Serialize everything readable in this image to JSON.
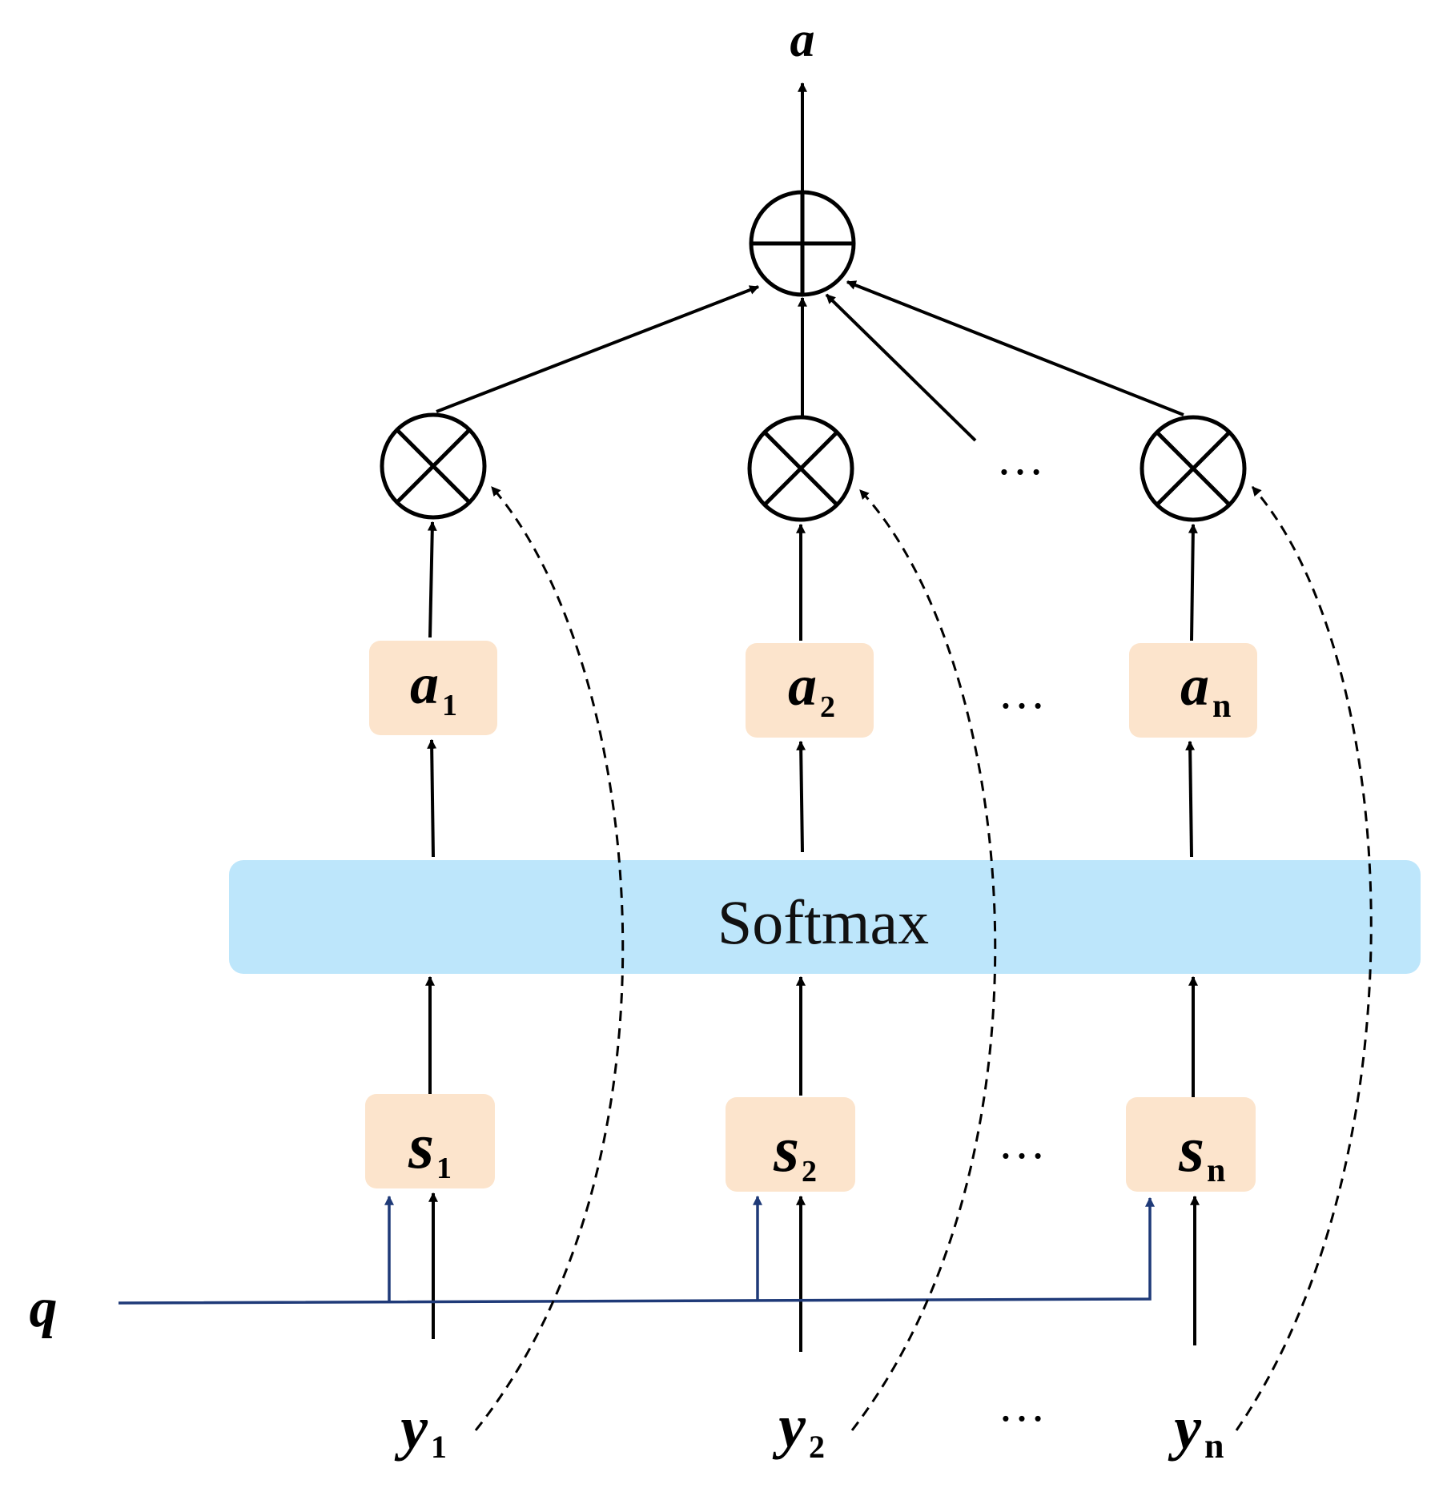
{
  "output": {
    "label": "a"
  },
  "query": {
    "label": "q"
  },
  "softmax": {
    "label": "Softmax"
  },
  "ellipsis": "…",
  "columns": [
    {
      "weight": "a",
      "weight_sub": "1",
      "score": "s",
      "score_sub": "1",
      "input": "y",
      "input_sub": "1"
    },
    {
      "weight": "a",
      "weight_sub": "2",
      "score": "s",
      "score_sub": "2",
      "input": "y",
      "input_sub": "2"
    },
    {
      "weight": "a",
      "weight_sub": "n",
      "score": "s",
      "score_sub": "n",
      "input": "y",
      "input_sub": "n"
    }
  ],
  "colors": {
    "box_fill": "#FCE4CC",
    "softmax_fill": "#BDE6FB",
    "query_line": "#1F3A78",
    "stroke": "#000000"
  }
}
